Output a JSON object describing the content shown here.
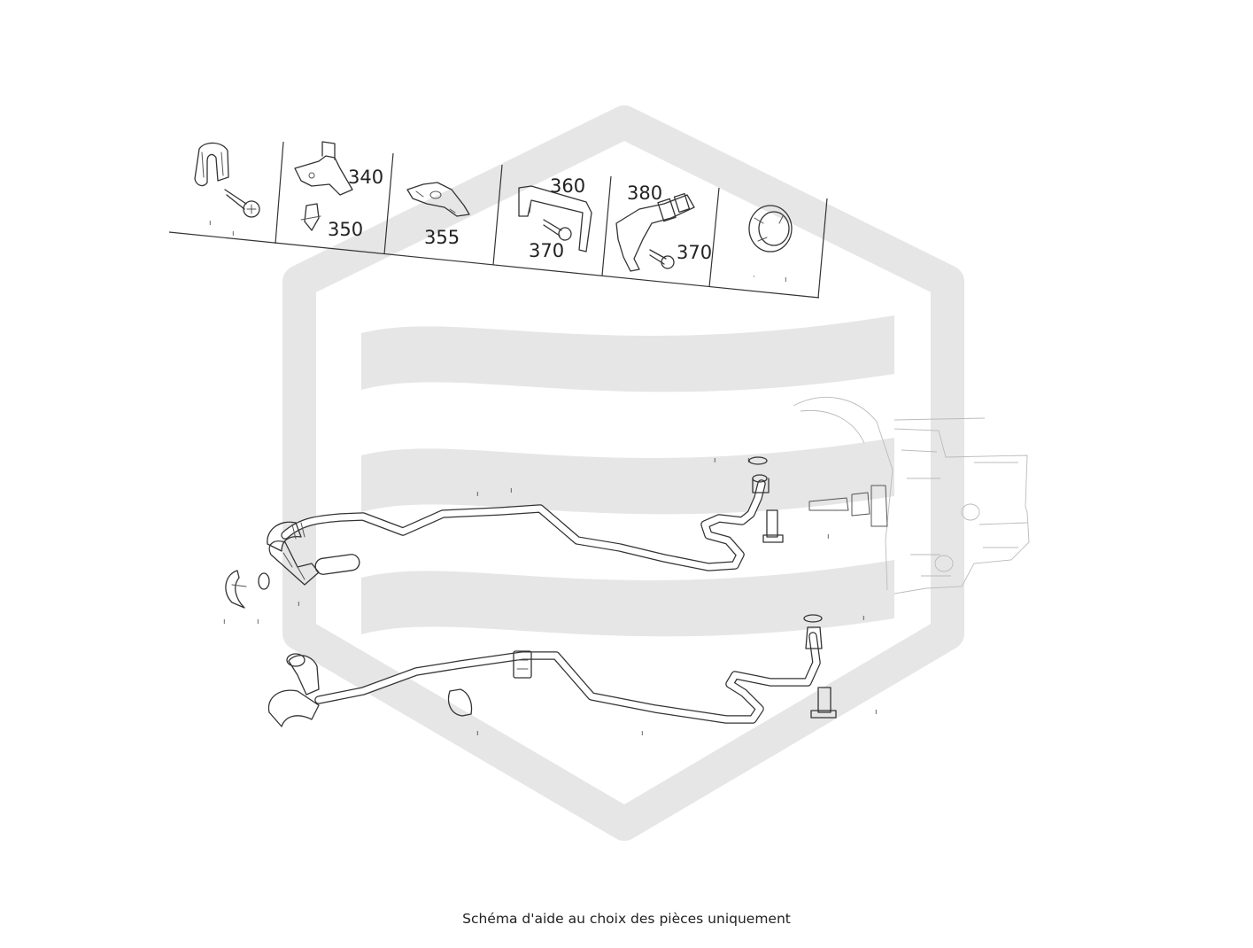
{
  "diagram": {
    "callouts": {
      "c340": "340",
      "c350": "350",
      "c355": "355",
      "c360": "360",
      "c370a": "370",
      "c380": "380",
      "c370b": "370"
    }
  },
  "caption": "Schéma d'aide au choix des pièces uniquement",
  "colors": {
    "watermark": "#e6e6e6",
    "line": "#333333",
    "background": "#ffffff"
  }
}
